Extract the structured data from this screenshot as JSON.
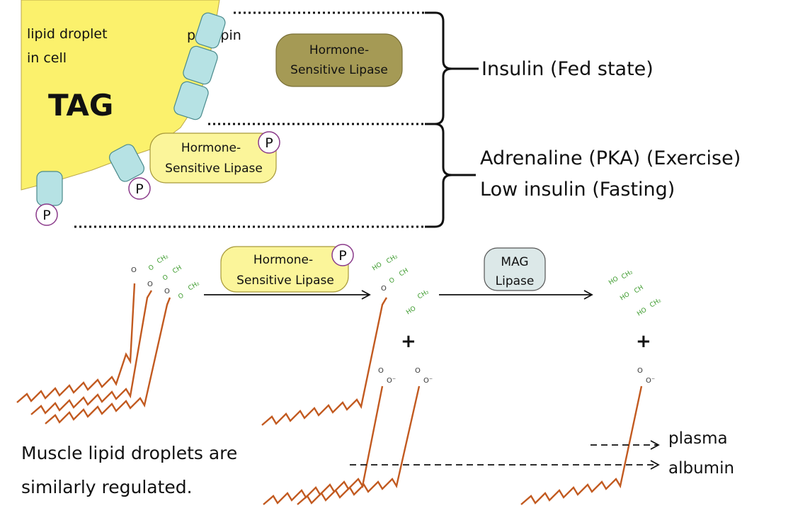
{
  "droplet": {
    "label_line1": "lipid droplet",
    "label_line2": "in cell",
    "core": "TAG",
    "coat": "perilipin",
    "fill_color": "#fbf16c",
    "protein_color": "#b6e2e4"
  },
  "enzymes": {
    "hsl_inactive_line1": "Hormone-",
    "hsl_inactive_line2": "Sensitive Lipase",
    "hsl_inactive_color": "#a59a55",
    "hsl_active_line1": "Hormone-",
    "hsl_active_line2": "Sensitive Lipase",
    "hsl_active_color": "#fbf59a",
    "mag_line1": "MAG",
    "mag_line2": "Lipase",
    "mag_color": "#dce8e8",
    "phospho_mark": "P"
  },
  "conditions": {
    "fed": "Insulin (Fed state)",
    "exercise": "Adrenaline (PKA) (Exercise)",
    "fasting": "Low insulin (Fasting)"
  },
  "reaction": {
    "plus_sign": "+",
    "chem": {
      "ch2": "CH₂",
      "ch": "CH",
      "ho": "HO",
      "o": "O",
      "o_minus": "O⁻"
    },
    "chain_color": "#c25a20",
    "glycerol_color": "#3a9a2a"
  },
  "fate": {
    "plasma": "plasma",
    "albumin": "albumin"
  },
  "note": {
    "line1": "Muscle lipid droplets are",
    "line2": "similarly regulated."
  }
}
